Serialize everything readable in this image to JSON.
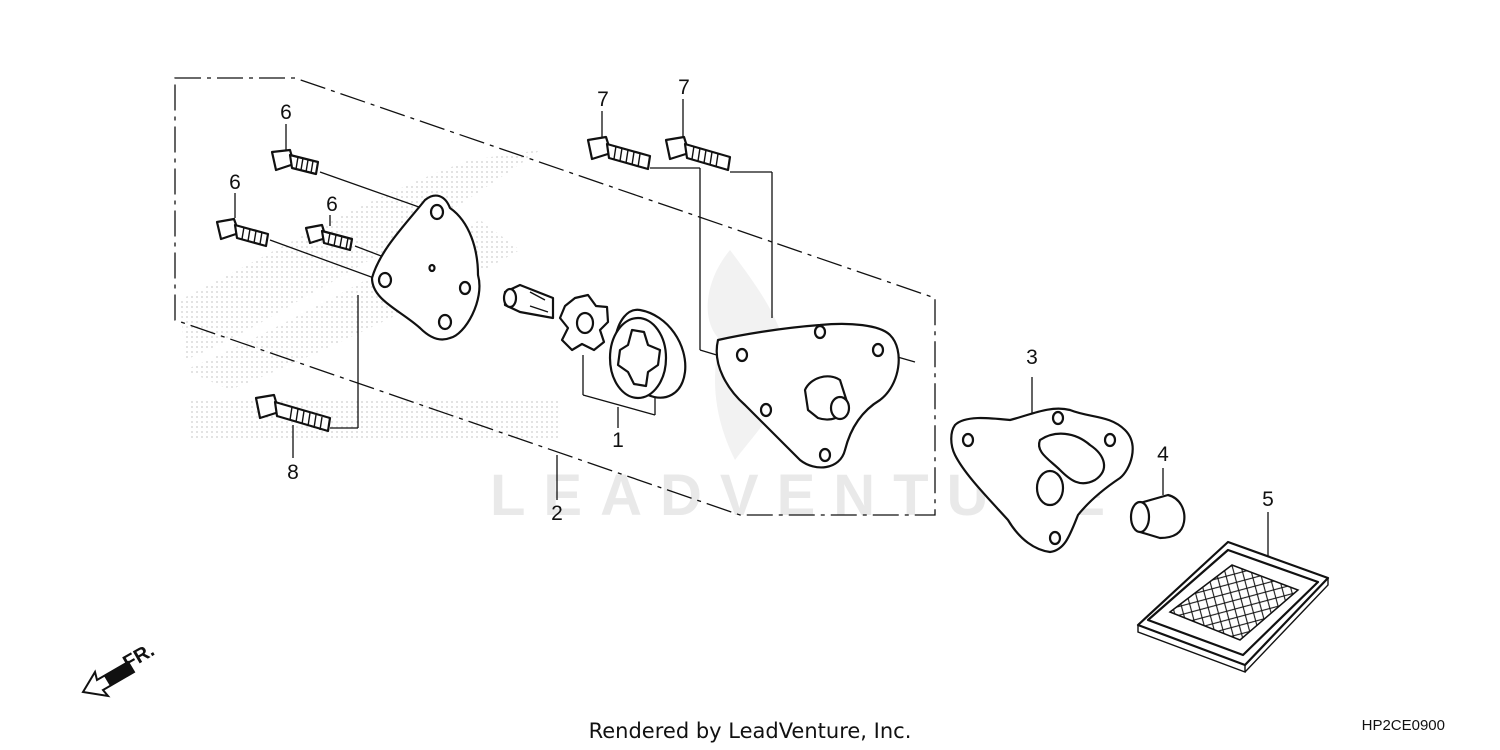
{
  "watermark": {
    "brand": "LEADVENTURE"
  },
  "direction_label": "FR.",
  "footer": {
    "credit": "Rendered by LeadVenture, Inc.",
    "diagram_code": "HP2CE0900"
  },
  "callouts": {
    "c1": "1",
    "c2": "2",
    "c3": "3",
    "c4": "4",
    "c5": "5",
    "c6a": "6",
    "c6b": "6",
    "c6c": "6",
    "c7a": "7",
    "c7b": "7",
    "c8": "8"
  }
}
